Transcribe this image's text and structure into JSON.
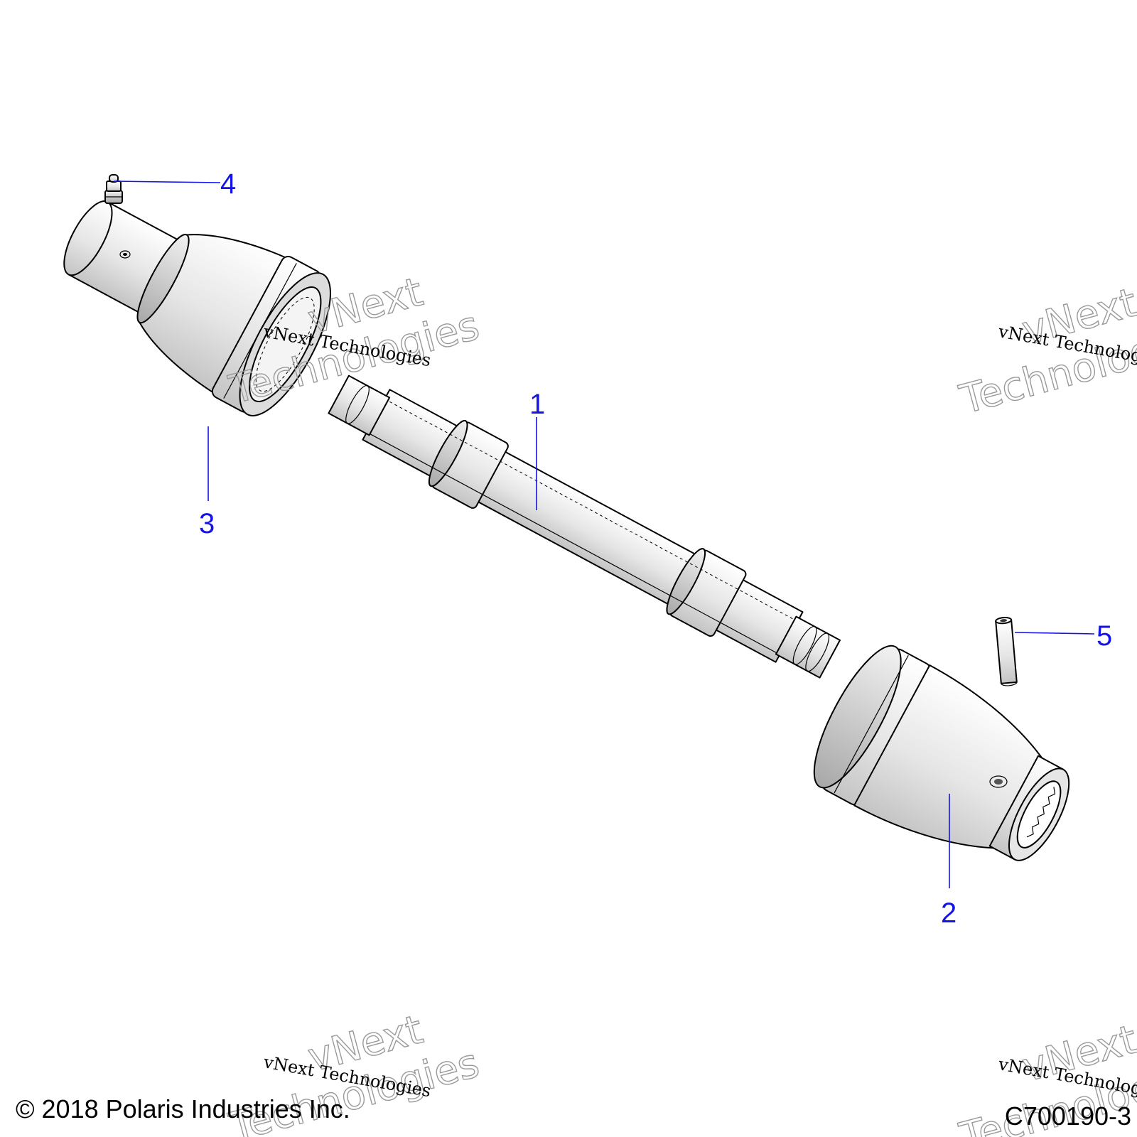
{
  "callouts": {
    "c1": "1",
    "c2": "2",
    "c3": "3",
    "c4": "4",
    "c5": "5"
  },
  "watermark": {
    "line": "vNext Technologies",
    "word1": "vNext",
    "word2": "Technologies"
  },
  "footer": {
    "copyright": "© 2018 Polaris Industries Inc.",
    "figure_id": "C700190-3"
  }
}
